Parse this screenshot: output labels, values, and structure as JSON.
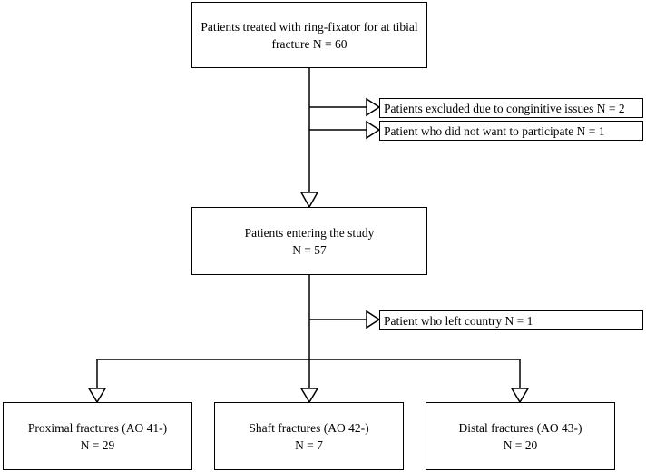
{
  "boxes": {
    "top": {
      "line1": "Patients treated with ring-fixator for at tibial",
      "line2": "fracture N = 60"
    },
    "study": {
      "line1": "Patients entering the study",
      "line2": "N = 57"
    },
    "proximal": {
      "line1": "Proximal fractures (AO  41-)",
      "line2": "N = 29"
    },
    "shaft": {
      "line1": "Shaft fractures  (AO 42-)",
      "line2": "N = 7"
    },
    "distal": {
      "line1": "Distal fractures (AO 43-)",
      "line2": "N = 20"
    }
  },
  "exclusions": {
    "cognitive": "Patients excluded due to conginitive issues N = 2",
    "declined": "Patient who did not want to participate N = 1",
    "left_country": "Patient who left country N = 1"
  }
}
